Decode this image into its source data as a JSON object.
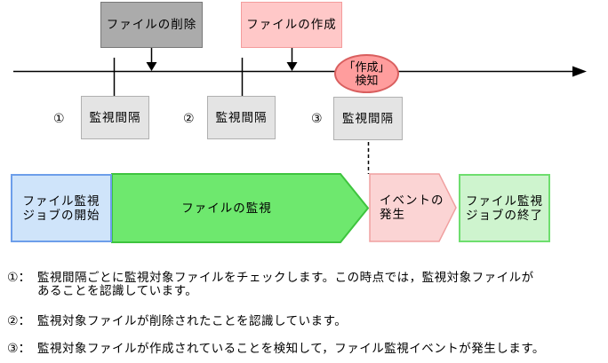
{
  "diagram": {
    "event_boxes": [
      {
        "label": "ファイルの削除",
        "fill": "#ababab",
        "border": "#787878"
      },
      {
        "label": "ファイルの作成",
        "fill": "#ffc8c8",
        "border": "#f49c9c"
      }
    ],
    "detection_bubble": {
      "label": "「作成」\n検知",
      "fill": "#ff9d9d",
      "border": "#d95f5f"
    },
    "interval_items": [
      {
        "number": "①",
        "label": "監視間隔"
      },
      {
        "number": "②",
        "label": "監視間隔"
      },
      {
        "number": "③",
        "label": "監視間隔"
      }
    ],
    "flow": {
      "start": {
        "label": "ファイル監視\nジョブの開始",
        "fill": "#cfe4fa",
        "border": "#6d9eea"
      },
      "monitor": {
        "label": "ファイルの監視",
        "fill": "#6ee86e",
        "border": "#3ec43e"
      },
      "event": {
        "label": "イベントの\n発生",
        "fill": "#fbd4d4",
        "border": "#f0a0a0"
      },
      "end": {
        "label": "ファイル監視\nジョブの終了",
        "fill": "#cef4ce",
        "border": "#6ede6e"
      }
    },
    "timeline_color": "#000000"
  },
  "notes": [
    {
      "number": "①：",
      "text": "監視間隔ごとに監視対象ファイルをチェックします。この時点では，監視対象ファイルが\nあることを認識しています。"
    },
    {
      "number": "②：",
      "text": "監視対象ファイルが削除されたことを認識しています。"
    },
    {
      "number": "③：",
      "text": "監視対象ファイルが作成されていることを検知して，ファイル監視イベントが発生します。"
    }
  ]
}
